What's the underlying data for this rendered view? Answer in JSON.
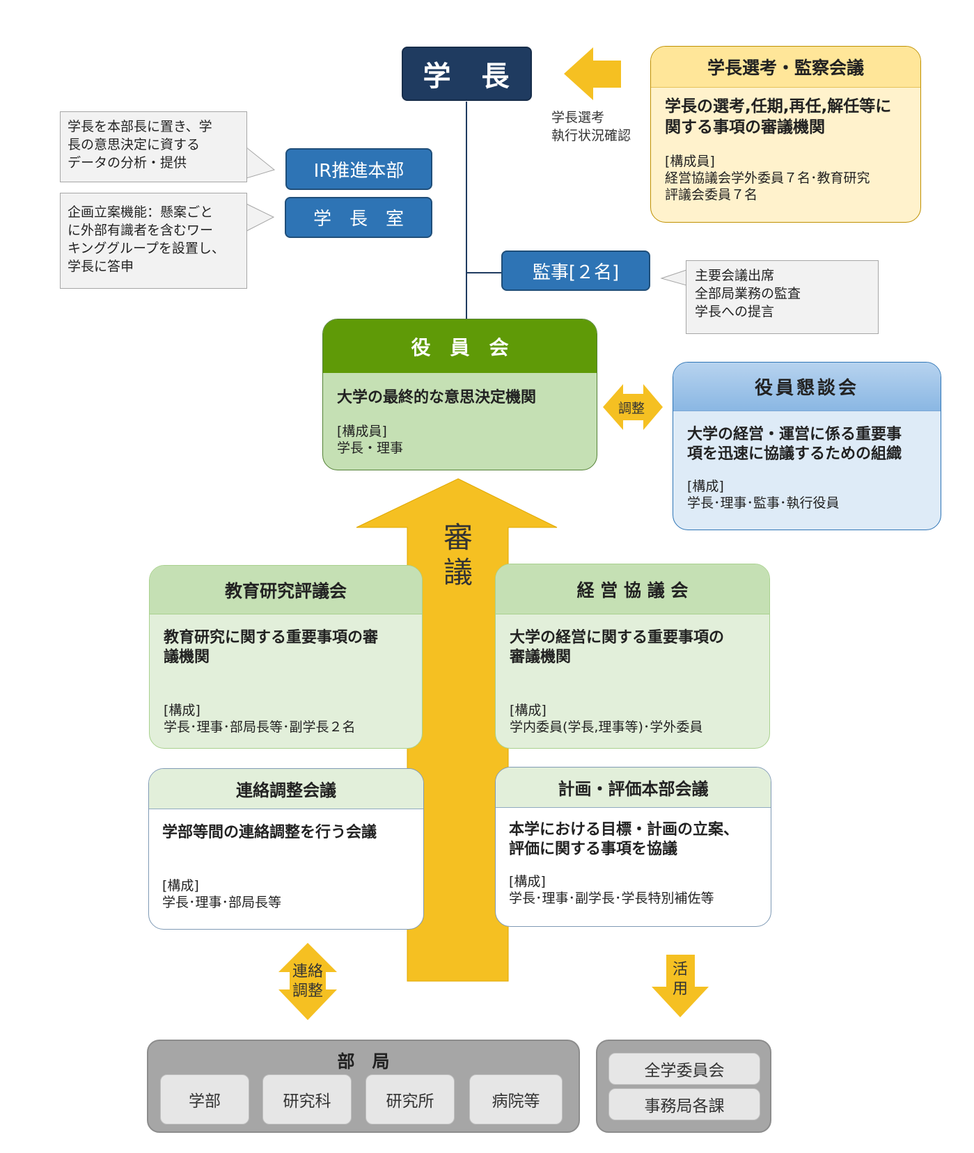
{
  "president": {
    "label": "学　長"
  },
  "selection_council": {
    "title": "学長選考・監察会議",
    "description_lines": [
      "学長の選考,任期,再任,解任等に",
      "関する事項の審議機関"
    ],
    "members_label": "[構成員]",
    "members_lines": [
      "経営協議会学外委員７名･教育研究",
      "評議会委員７名"
    ]
  },
  "selection_arrow_label_lines": [
    "学長選考",
    "執行状況確認"
  ],
  "ir_office": {
    "label": "IR推進本部",
    "note_lines": [
      "学長を本部長に置き、学",
      "長の意思決定に資する",
      "データの分析・提供"
    ]
  },
  "president_office": {
    "label": "学　長　室",
    "note_lines": [
      "企画立案機能：懸案ごと",
      "に外部有識者を含むワー",
      "キンググループを設置し、",
      "学長に答申"
    ]
  },
  "auditor": {
    "label": "監事[２名]",
    "note_lines": [
      "主要会議出席",
      "全部局業務の監査",
      "学長への提言"
    ]
  },
  "board": {
    "title": "役　員　会",
    "description": "大学の最終的な意思決定機関",
    "members_label": "[構成員]",
    "members": "学長・理事"
  },
  "coordination_label": "調整",
  "executive_meeting": {
    "title": "役員懇談会",
    "description_lines": [
      "大学の経営・運営に係る重要事",
      "項を迅速に協議するための組織"
    ],
    "members_label": "[構成]",
    "members": "学長･理事･監事･執行役員"
  },
  "deliberation_label_lines": [
    "審",
    "議"
  ],
  "education_council": {
    "title": "教育研究評議会",
    "description_lines": [
      "教育研究に関する重要事項の審",
      "議機関"
    ],
    "members_label": "[構成]",
    "members": "学長･理事･部局長等･副学長２名"
  },
  "management_council": {
    "title": "経 営 協 議 会",
    "description_lines": [
      "大学の経営に関する重要事項の",
      "審議機関"
    ],
    "members_label": "[構成]",
    "members": "学内委員(学長,理事等)･学外委員"
  },
  "liaison_council": {
    "title": "連絡調整会議",
    "description": "学部等間の連絡調整を行う会議",
    "members_label": "[構成]",
    "members": "学長･理事･部局長等"
  },
  "planning_council": {
    "title": "計画・評価本部会議",
    "description_lines": [
      "本学における目標・計画の立案、",
      "評価に関する事項を協議"
    ],
    "members_label": "[構成]",
    "members": "学長･理事･副学長･学長特別補佐等"
  },
  "liaison_arrow_label_lines": [
    "連絡",
    "調整"
  ],
  "utilize_arrow_label_lines": [
    "活",
    "用"
  ],
  "departments": {
    "title": "部　局",
    "items": [
      "学部",
      "研究科",
      "研究所",
      "病院等"
    ]
  },
  "committees": {
    "items": [
      "全学委員会",
      "事務局各課"
    ]
  },
  "colors": {
    "navy": "#1f3b60",
    "blue": "#2e74b5",
    "green_dark": "#5f9a07",
    "green_light": "#c5e0b4",
    "green_pale": "#e2efda",
    "yellow_head": "#ffe699",
    "yellow_body": "#fff2cc",
    "blue_head": "#9dc3e6",
    "blue_body": "#deebf7",
    "arrow_yellow": "#f5c022",
    "gray": "#a6a6a6"
  }
}
